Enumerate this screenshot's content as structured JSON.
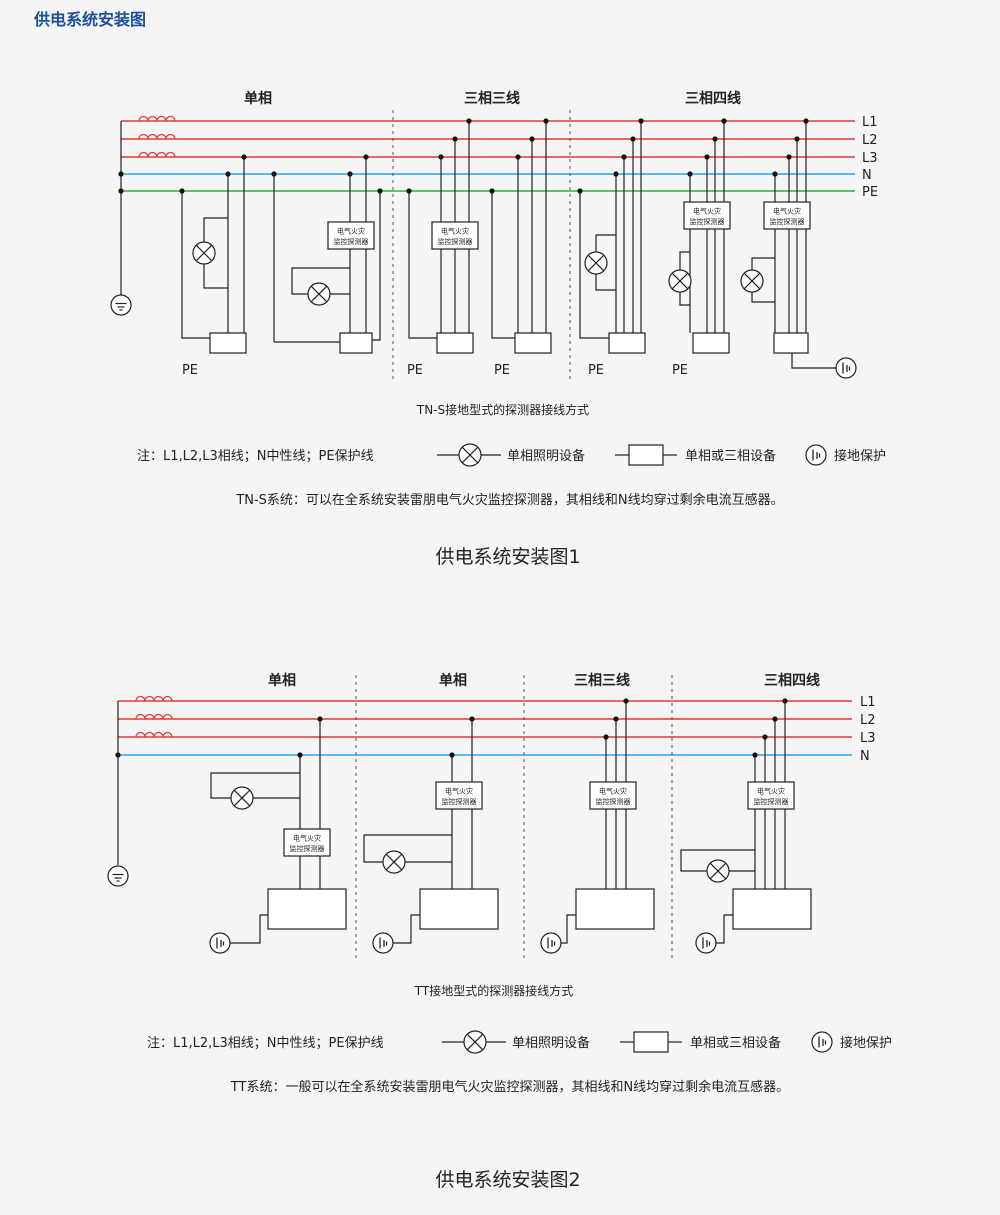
{
  "page_title": "供电系统安装图",
  "colors": {
    "phase": "#e53935",
    "neutral": "#29a3e6",
    "pe": "#3aa845",
    "wire": "#222222",
    "title": "#1d4f9c",
    "background": "#f5f5f5"
  },
  "line_labels": [
    "L1",
    "L2",
    "L3",
    "N",
    "PE"
  ],
  "device_label_line1": "电气火灾",
  "device_label_line2": "监控探测器",
  "legend": {
    "note": "注：L1,L2,L3相线；N中性线；PE保护线",
    "lamp": "单相照明设备",
    "equipment": "单相或三相设备",
    "ground": "接地保护"
  },
  "fig1": {
    "section_titles": [
      "单相",
      "三相三线",
      "三相四线"
    ],
    "pe_label": "PE",
    "caption": "TN-S接地型式的探测器接线方式",
    "description": "TN-S系统：可以在全系统安装雷朋电气火灾监控探测器，其相线和N线均穿过剩余电流互感器。",
    "title": "供电系统安装图1"
  },
  "fig2": {
    "section_titles": [
      "单相",
      "单相",
      "三相三线",
      "三相四线"
    ],
    "caption": "TT接地型式的探测器接线方式",
    "description": "TT系统：一般可以在全系统安装雷朋电气火灾监控探测器，其相线和N线均穿过剩余电流互感器。",
    "title": "供电系统安装图2"
  }
}
